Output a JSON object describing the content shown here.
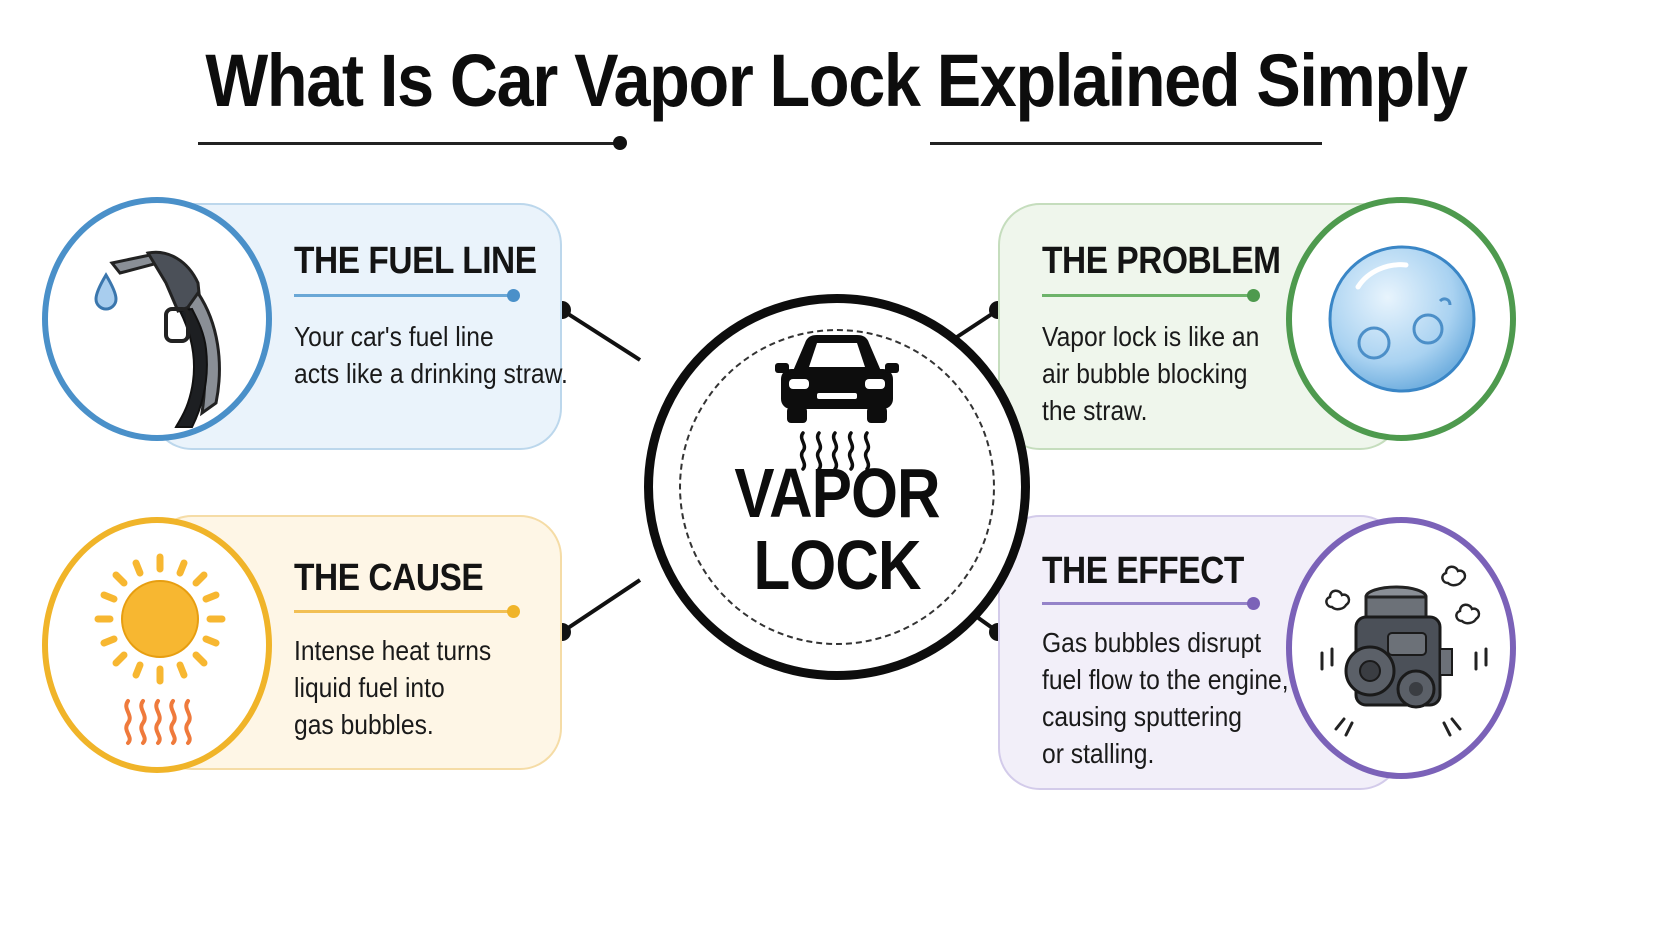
{
  "title": "What Is Car Vapor Lock Explained Simply",
  "center": {
    "line1": "VAPOR",
    "line2": "LOCK",
    "icon": "car-with-heat-icon"
  },
  "cards": {
    "fuel_line": {
      "title": "THE FUEL LINE",
      "lines": [
        "Your car's fuel line",
        "acts like a drinking straw."
      ],
      "icon": "fuel-nozzle-icon",
      "color": "#4a90c9"
    },
    "problem": {
      "title": "THE PROBLEM",
      "lines": [
        "Vapor lock is like an",
        "air bubble blocking",
        "the straw."
      ],
      "icon": "bubble-icon",
      "color": "#4e9a4e"
    },
    "cause": {
      "title": "THE CAUSE",
      "lines": [
        "Intense heat turns",
        "liquid fuel into",
        "gas bubbles."
      ],
      "icon": "sun-heat-icon",
      "color": "#f0b429"
    },
    "effect": {
      "title": "THE EFFECT",
      "lines": [
        "Gas bubbles disrupt",
        "fuel flow to the engine,",
        "causing sputtering",
        "or stalling."
      ],
      "icon": "engine-icon",
      "color": "#7b62b8"
    }
  }
}
